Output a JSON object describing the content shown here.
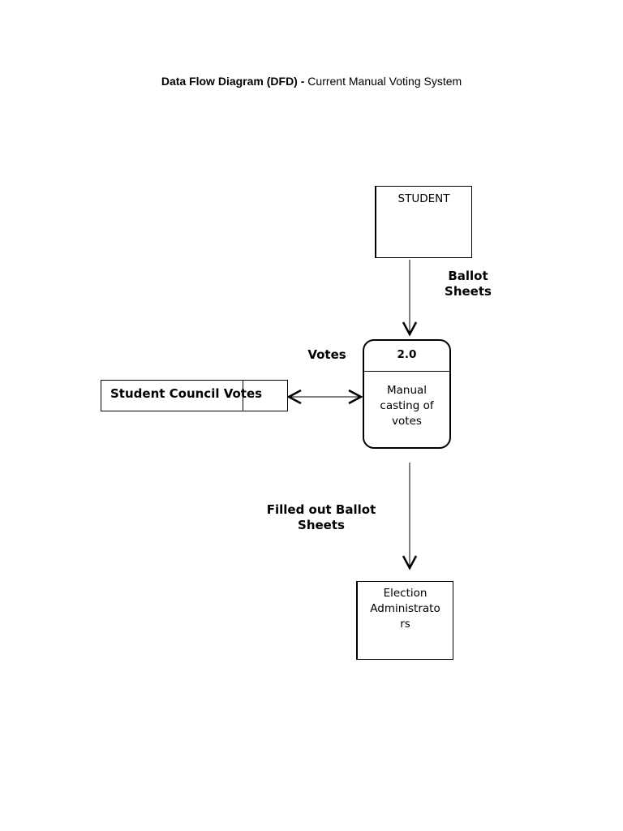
{
  "title": {
    "bold": "Data Flow Diagram (DFD) -",
    "normal": "Current Manual Voting System"
  },
  "entities": {
    "student": "STUDENT",
    "admin": [
      "Election",
      "Administrato",
      "rs"
    ]
  },
  "process": {
    "id": "2.0",
    "name": [
      "Manual",
      "casting of",
      "votes"
    ]
  },
  "datastore": {
    "label": "Student Council Votes"
  },
  "flows": {
    "ballot": [
      "Ballot",
      "Sheets"
    ],
    "votes": "Votes",
    "filled": [
      "Filled out Ballot",
      "Sheets"
    ]
  }
}
